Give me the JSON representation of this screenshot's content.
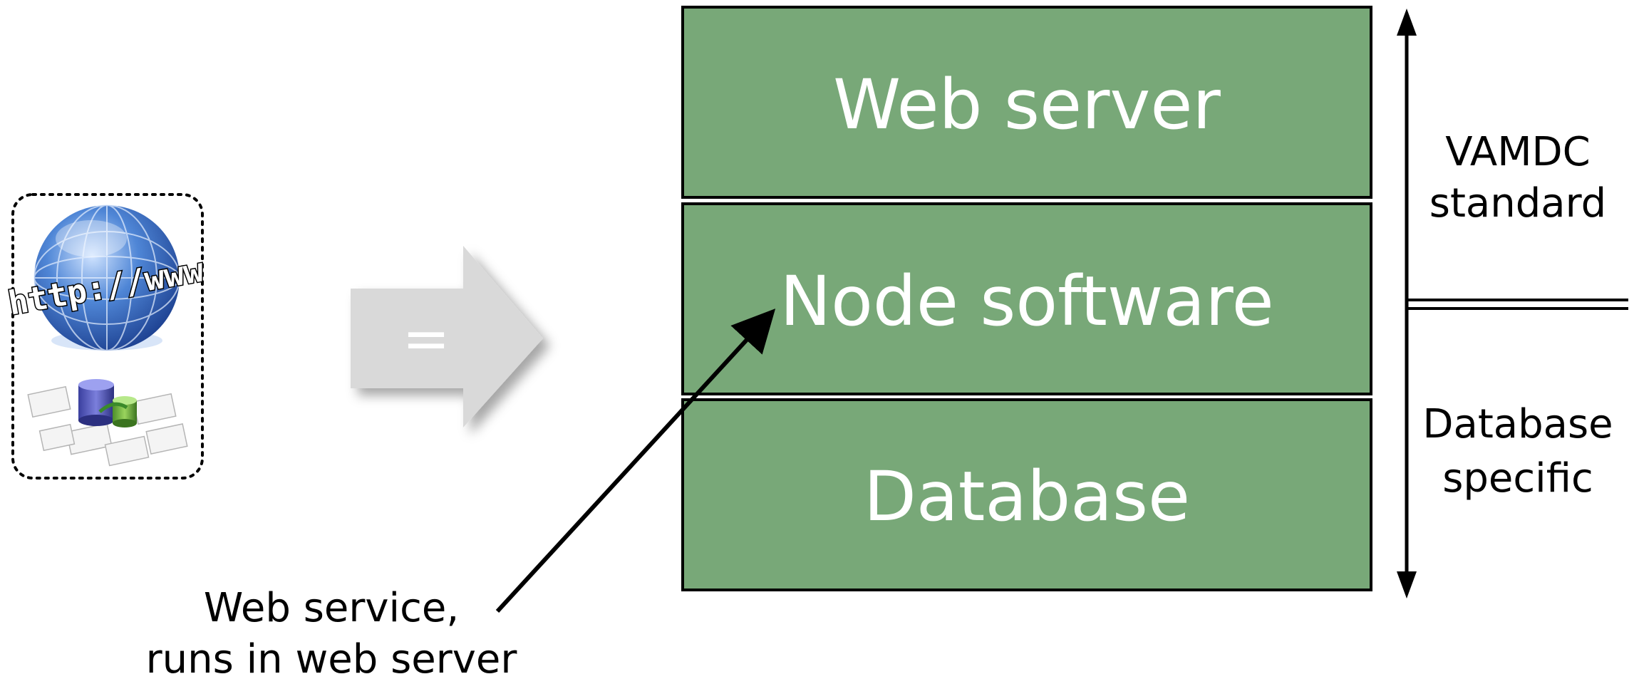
{
  "colors": {
    "layer_fill": "#78a878",
    "layer_stroke": "#000000",
    "arrow_fill": "#d9d9d9",
    "text_dark": "#000000",
    "text_light": "#ffffff"
  },
  "equals_symbol": "=",
  "layers": [
    {
      "label": "Web server"
    },
    {
      "label": "Node software"
    },
    {
      "label": "Database"
    }
  ],
  "side_labels": {
    "upper_line1": "VAMDC",
    "upper_line2": "standard",
    "lower_line1": "Database",
    "lower_line2": "specific"
  },
  "callout": {
    "line1": "Web service,",
    "line2": "runs in web server"
  },
  "icons": {
    "globe": "globe-www-icon",
    "database": "database-icon"
  },
  "globe_text": "http://www"
}
